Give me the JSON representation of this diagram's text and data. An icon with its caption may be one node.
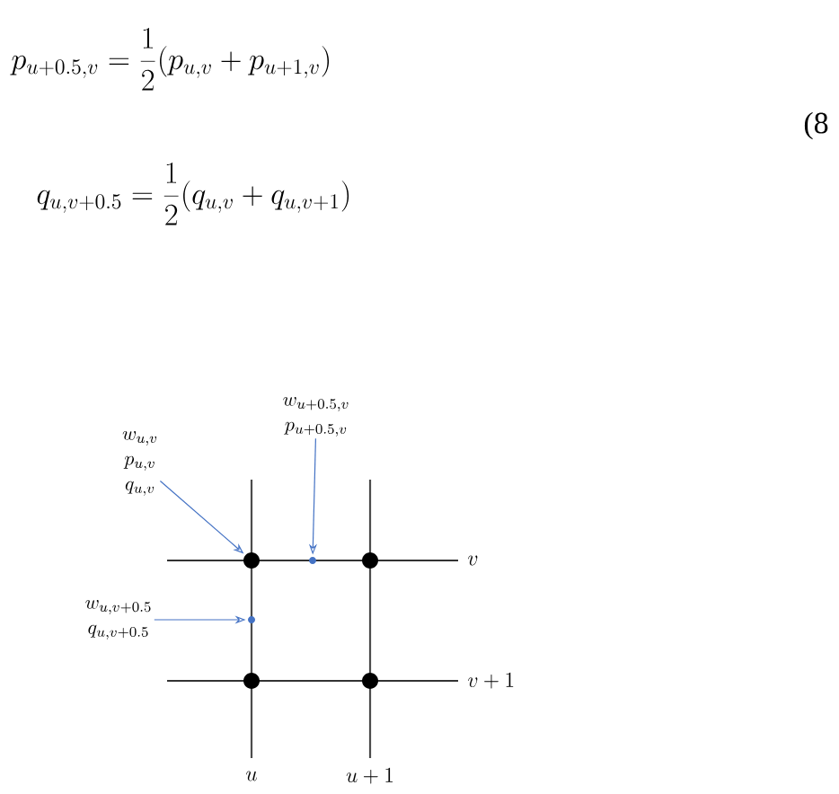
{
  "diagram": {
    "nodes": [
      {
        "text": [
          "w_{u+0.5,v}",
          "p_{u+0.5,v}"
        ]
      },
      {
        "text": [
          "w_{u,v}",
          "p_{u,v}",
          "q_{u,v}"
        ]
      },
      {
        "text": [],
        "shape": "circle"
      },
      {
        "text": [],
        "shape": "circle"
      },
      {
        "text": [],
        "shape": "circle"
      },
      {
        "text": [
          "w_{u,v+0.5}",
          "q_{u,v+0.5}"
        ]
      },
      {
        "text": [],
        "shape": "circle"
      },
      {
        "text": [],
        "shape": "circle"
      },
      {
        "text": [],
        "shape": "circle"
      }
    ],
    "edges": [
      {
        "from": 1,
        "to": 2,
        "arrow": "to"
      },
      {
        "from": 0,
        "to": 3,
        "arrow": "to"
      },
      {
        "from": 5,
        "to": 6,
        "arrow": "to"
      }
    ],
    "labels": [
      "p_{u+0.5,v} = \\frac{1}{2}(p_{u,v} + p_{u+1,v})",
      "(8",
      "q_{u,v+0.5} = \\frac{1}{2}(q_{u,v} + q_{u,v+1})",
      "v",
      "v + 1",
      "u",
      "u + 1"
    ]
  }
}
